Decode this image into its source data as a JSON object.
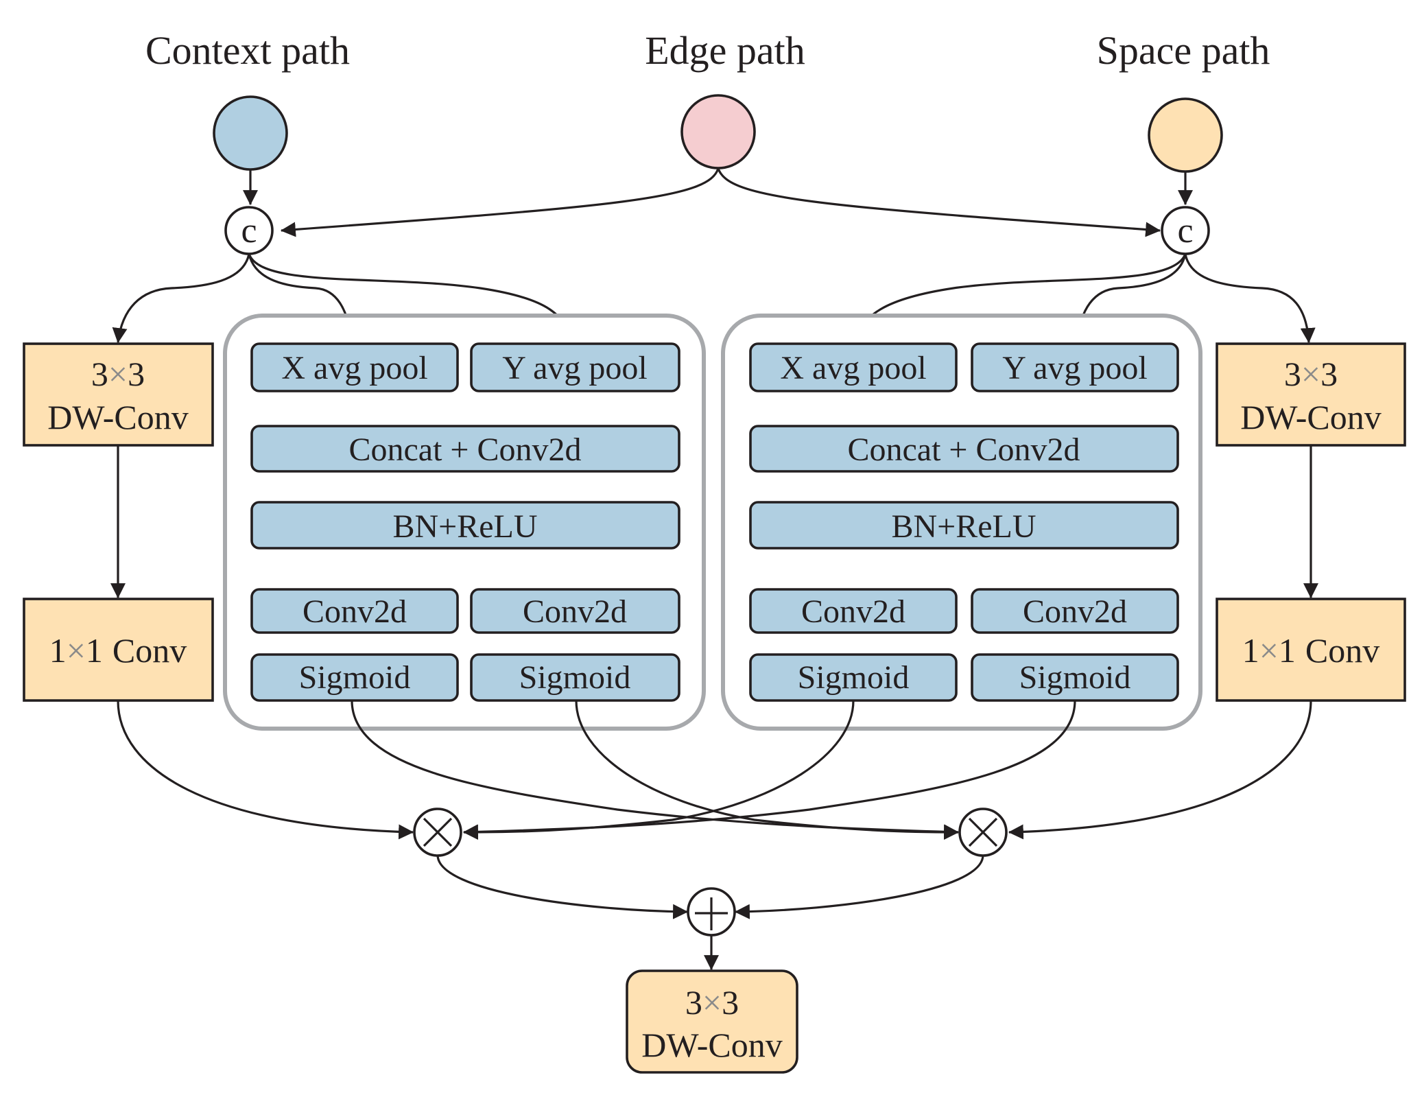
{
  "paths": {
    "context": {
      "label": "Context path",
      "color": "#b0cfe1"
    },
    "edge": {
      "label": "Edge path",
      "color": "#f5cdd0"
    },
    "space": {
      "label": "Space path",
      "color": "#fee1b3"
    }
  },
  "operators": {
    "concat": "c",
    "multiply": "×",
    "add": "+"
  },
  "left_branch": {
    "dwconv": {
      "size_a": "3",
      "times": "×",
      "size_b": "3",
      "name": "DW-Conv"
    },
    "pwconv": {
      "size_a": "1",
      "times": "×",
      "size_b": "1",
      "name": "Conv"
    }
  },
  "right_branch": {
    "dwconv": {
      "size_a": "3",
      "times": "×",
      "size_b": "3",
      "name": "DW-Conv"
    },
    "pwconv": {
      "size_a": "1",
      "times": "×",
      "size_b": "1",
      "name": "Conv"
    }
  },
  "attention_left": {
    "x_pool": "X avg pool",
    "y_pool": "Y avg pool",
    "concat_conv": "Concat + Conv2d",
    "bn_relu": "BN+ReLU",
    "conv_a": "Conv2d",
    "conv_b": "Conv2d",
    "sigmoid_a": "Sigmoid",
    "sigmoid_b": "Sigmoid"
  },
  "attention_right": {
    "x_pool": "X avg pool",
    "y_pool": "Y avg pool",
    "concat_conv": "Concat + Conv2d",
    "bn_relu": "BN+ReLU",
    "conv_a": "Conv2d",
    "conv_b": "Conv2d",
    "sigmoid_a": "Sigmoid",
    "sigmoid_b": "Sigmoid"
  },
  "output": {
    "size_a": "3",
    "times": "×",
    "size_b": "3",
    "name": "DW-Conv"
  },
  "colors": {
    "attention_block": "#b0cfe1",
    "conv_block": "#fee1b3",
    "container_border": "#a7a9ac",
    "stroke": "#231f20"
  }
}
